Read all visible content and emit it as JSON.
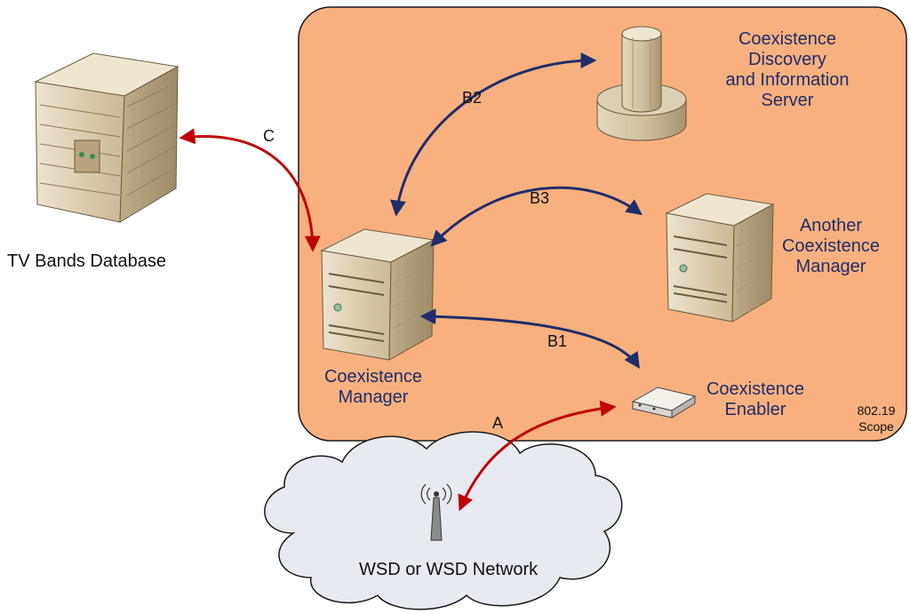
{
  "colors": {
    "scope_fill": "#f8b07e",
    "blue_arrow": "#1f2d6b",
    "red_arrow": "#c00000",
    "server": "#d8c9aa",
    "cloud": "#e8eaf2"
  },
  "labels": {
    "tv_bands_db": "TV Bands Database",
    "cdis_l1": "Coexistence",
    "cdis_l2": "Discovery",
    "cdis_l3": "and Information",
    "cdis_l4": "Server",
    "another_l1": "Another",
    "another_l2": "Coexistence",
    "another_l3": "Manager",
    "cm_l1": "Coexistence",
    "cm_l2": "Manager",
    "ce_l1": "Coexistence",
    "ce_l2": "Enabler",
    "scope_l1": "802.19",
    "scope_l2": "Scope",
    "wsd": "WSD or WSD Network"
  },
  "links": {
    "c": "C",
    "b1": "B1",
    "b2": "B2",
    "b3": "B3",
    "a": "A"
  },
  "icons": [
    "server-icon",
    "tower-server-icon",
    "router-icon",
    "antenna-icon",
    "cloud-icon"
  ]
}
